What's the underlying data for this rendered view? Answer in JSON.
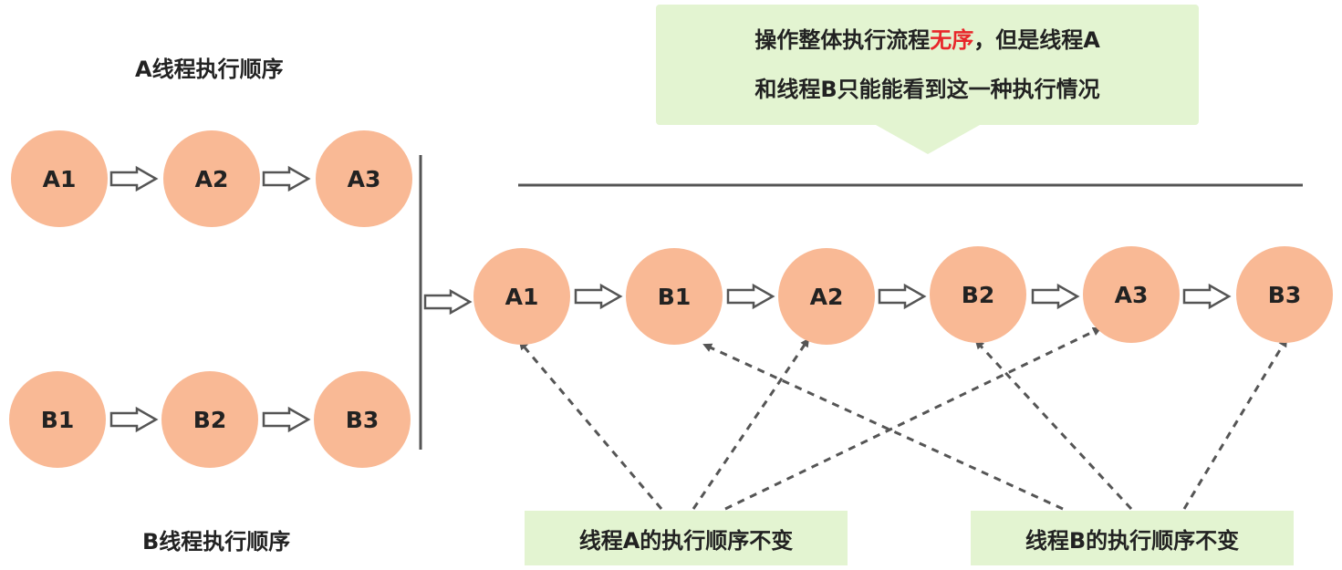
{
  "labels": {
    "thread_a_order": "A线程执行顺序",
    "thread_b_order": "B线程执行顺序"
  },
  "callout": {
    "line1_pre": "操作整体执行流程",
    "line1_highlight": "无序",
    "line1_post": "，但是线程A",
    "line2": "和线程B只能能看到这一种执行情况"
  },
  "thread_a": [
    "A1",
    "A2",
    "A3"
  ],
  "thread_b": [
    "B1",
    "B2",
    "B3"
  ],
  "merged": [
    "A1",
    "B1",
    "A2",
    "B2",
    "A3",
    "B3"
  ],
  "boxes": {
    "a_unchanged": "线程A的执行顺序不变",
    "b_unchanged": "线程B的执行顺序不变"
  },
  "colors": {
    "node_fill": "#f9b995",
    "box_fill": "#e3f4d1",
    "highlight": "#e8262a"
  }
}
